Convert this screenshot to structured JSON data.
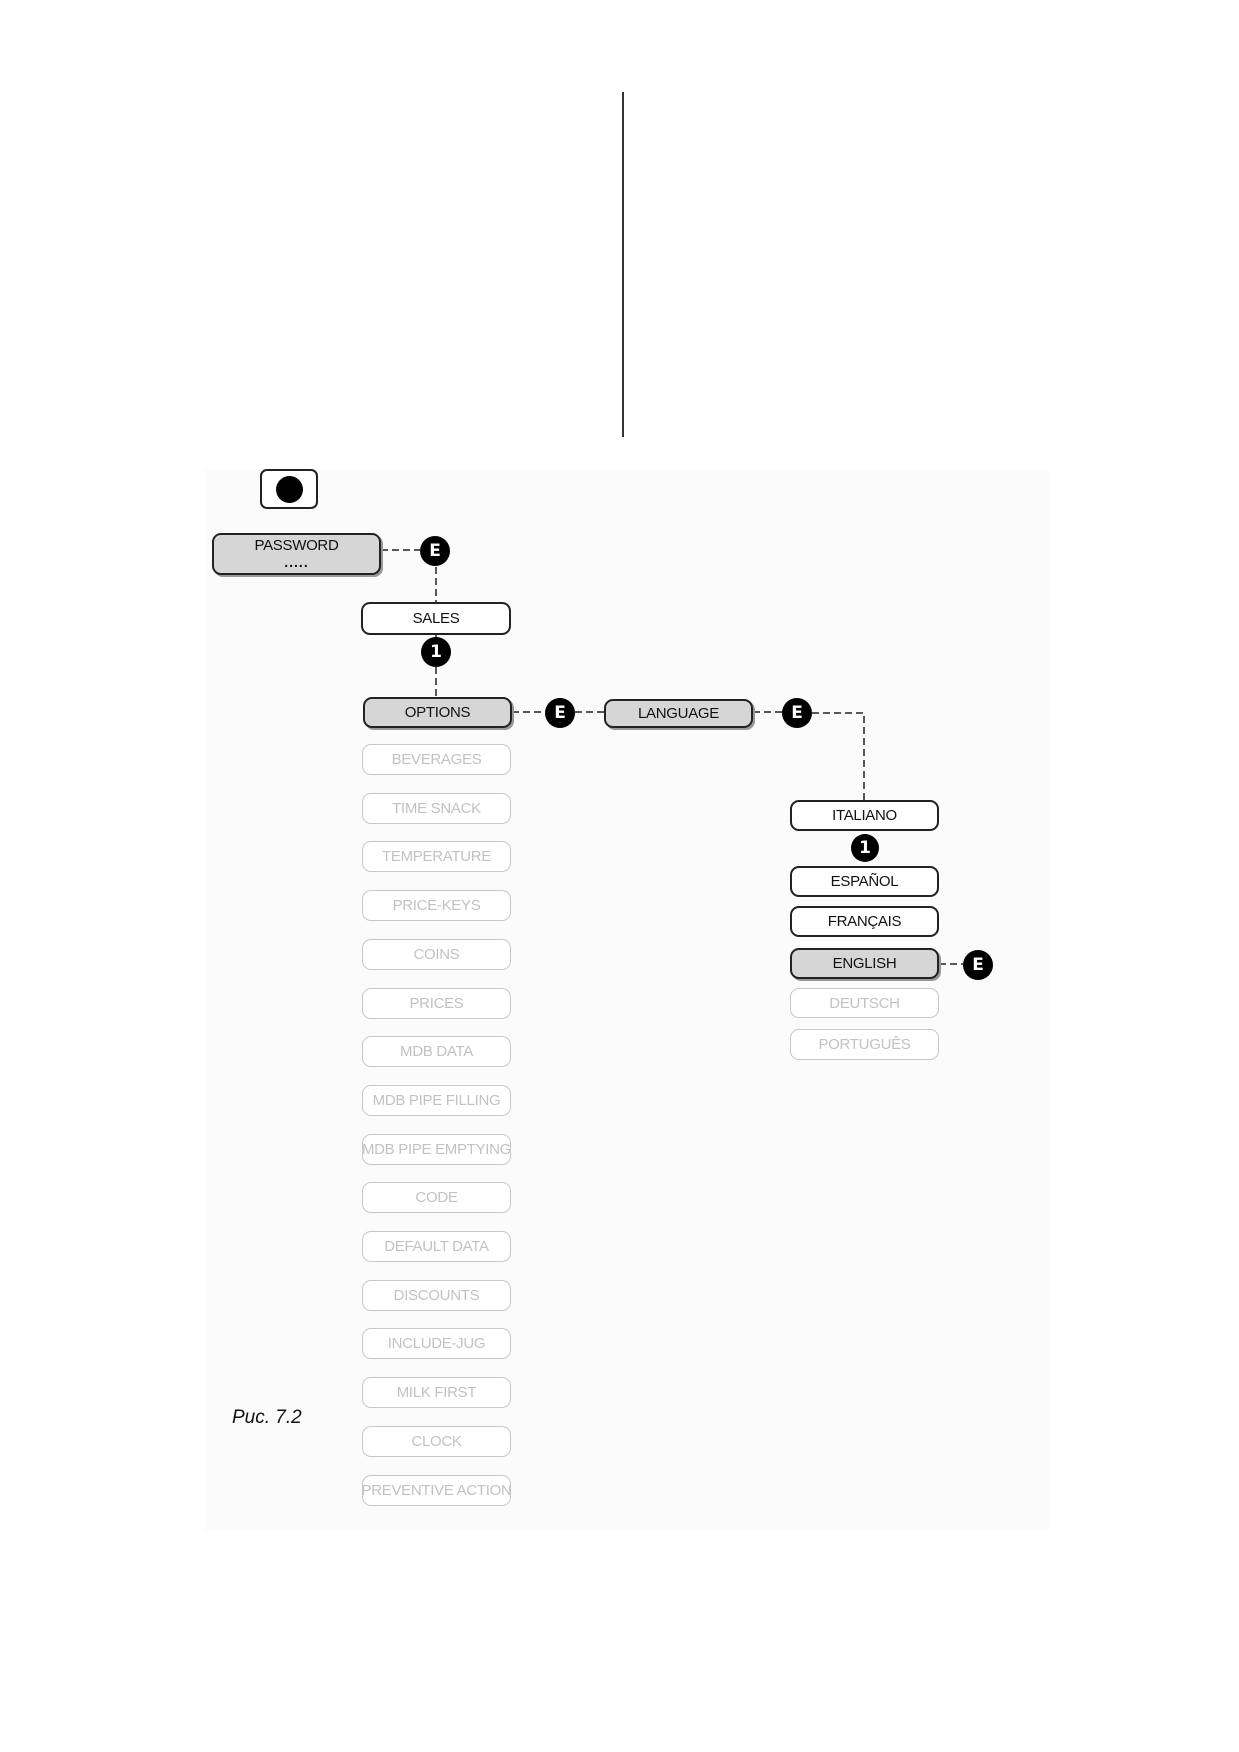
{
  "password": {
    "label": "PASSWORD",
    "mask": "....."
  },
  "badge_e": "E",
  "badge_1": "1",
  "nodes": {
    "sales": "SALES",
    "options": "OPTIONS",
    "language": "LANGUAGE"
  },
  "options_menu": [
    "BEVERAGES",
    "TIME SNACK",
    "TEMPERATURE",
    "PRICE-KEYS",
    "COINS",
    "PRICES",
    "MDB DATA",
    "MDB PIPE FILLING",
    "MDB PIPE EMPTYING",
    "CODE",
    "DEFAULT DATA",
    "DISCOUNTS",
    "INCLUDE-JUG",
    "MILK FIRST",
    "CLOCK",
    "PREVENTIVE ACTION"
  ],
  "languages": {
    "italiano": "ITALIANO",
    "espanol": "ESPAÑOL",
    "francais": "FRANÇAIS",
    "english": "ENGLISH",
    "deutsch": "DEUTSCH",
    "portugues": "PORTUGUÊS"
  },
  "caption": "Рис. 7.2"
}
